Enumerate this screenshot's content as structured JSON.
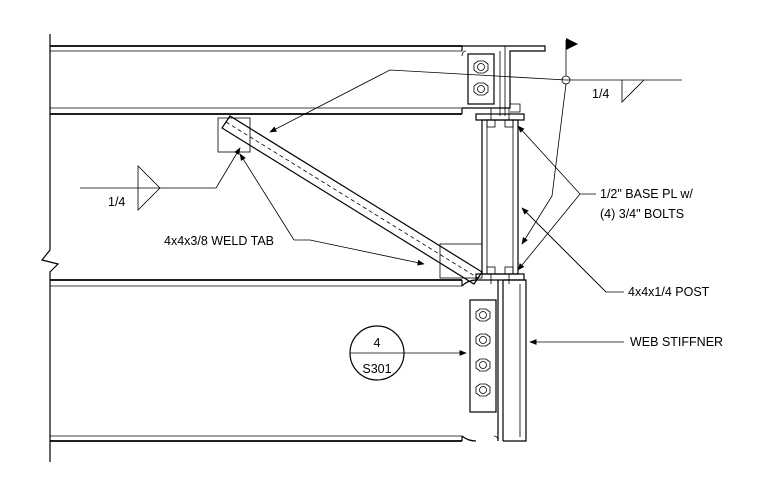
{
  "labels": {
    "weld_top": "1/4",
    "weld_left": "1/4",
    "base_pl_line1": "1/2\" BASE PL w/",
    "base_pl_line2": "(4) 3/4\" BOLTS",
    "weld_tab": "4x4x3/8 WELD TAB",
    "post": "4x4x1/4 POST",
    "web_stiffener": "WEB STIFFNER"
  },
  "section_callout": {
    "number": "4",
    "sheet": "S301"
  }
}
